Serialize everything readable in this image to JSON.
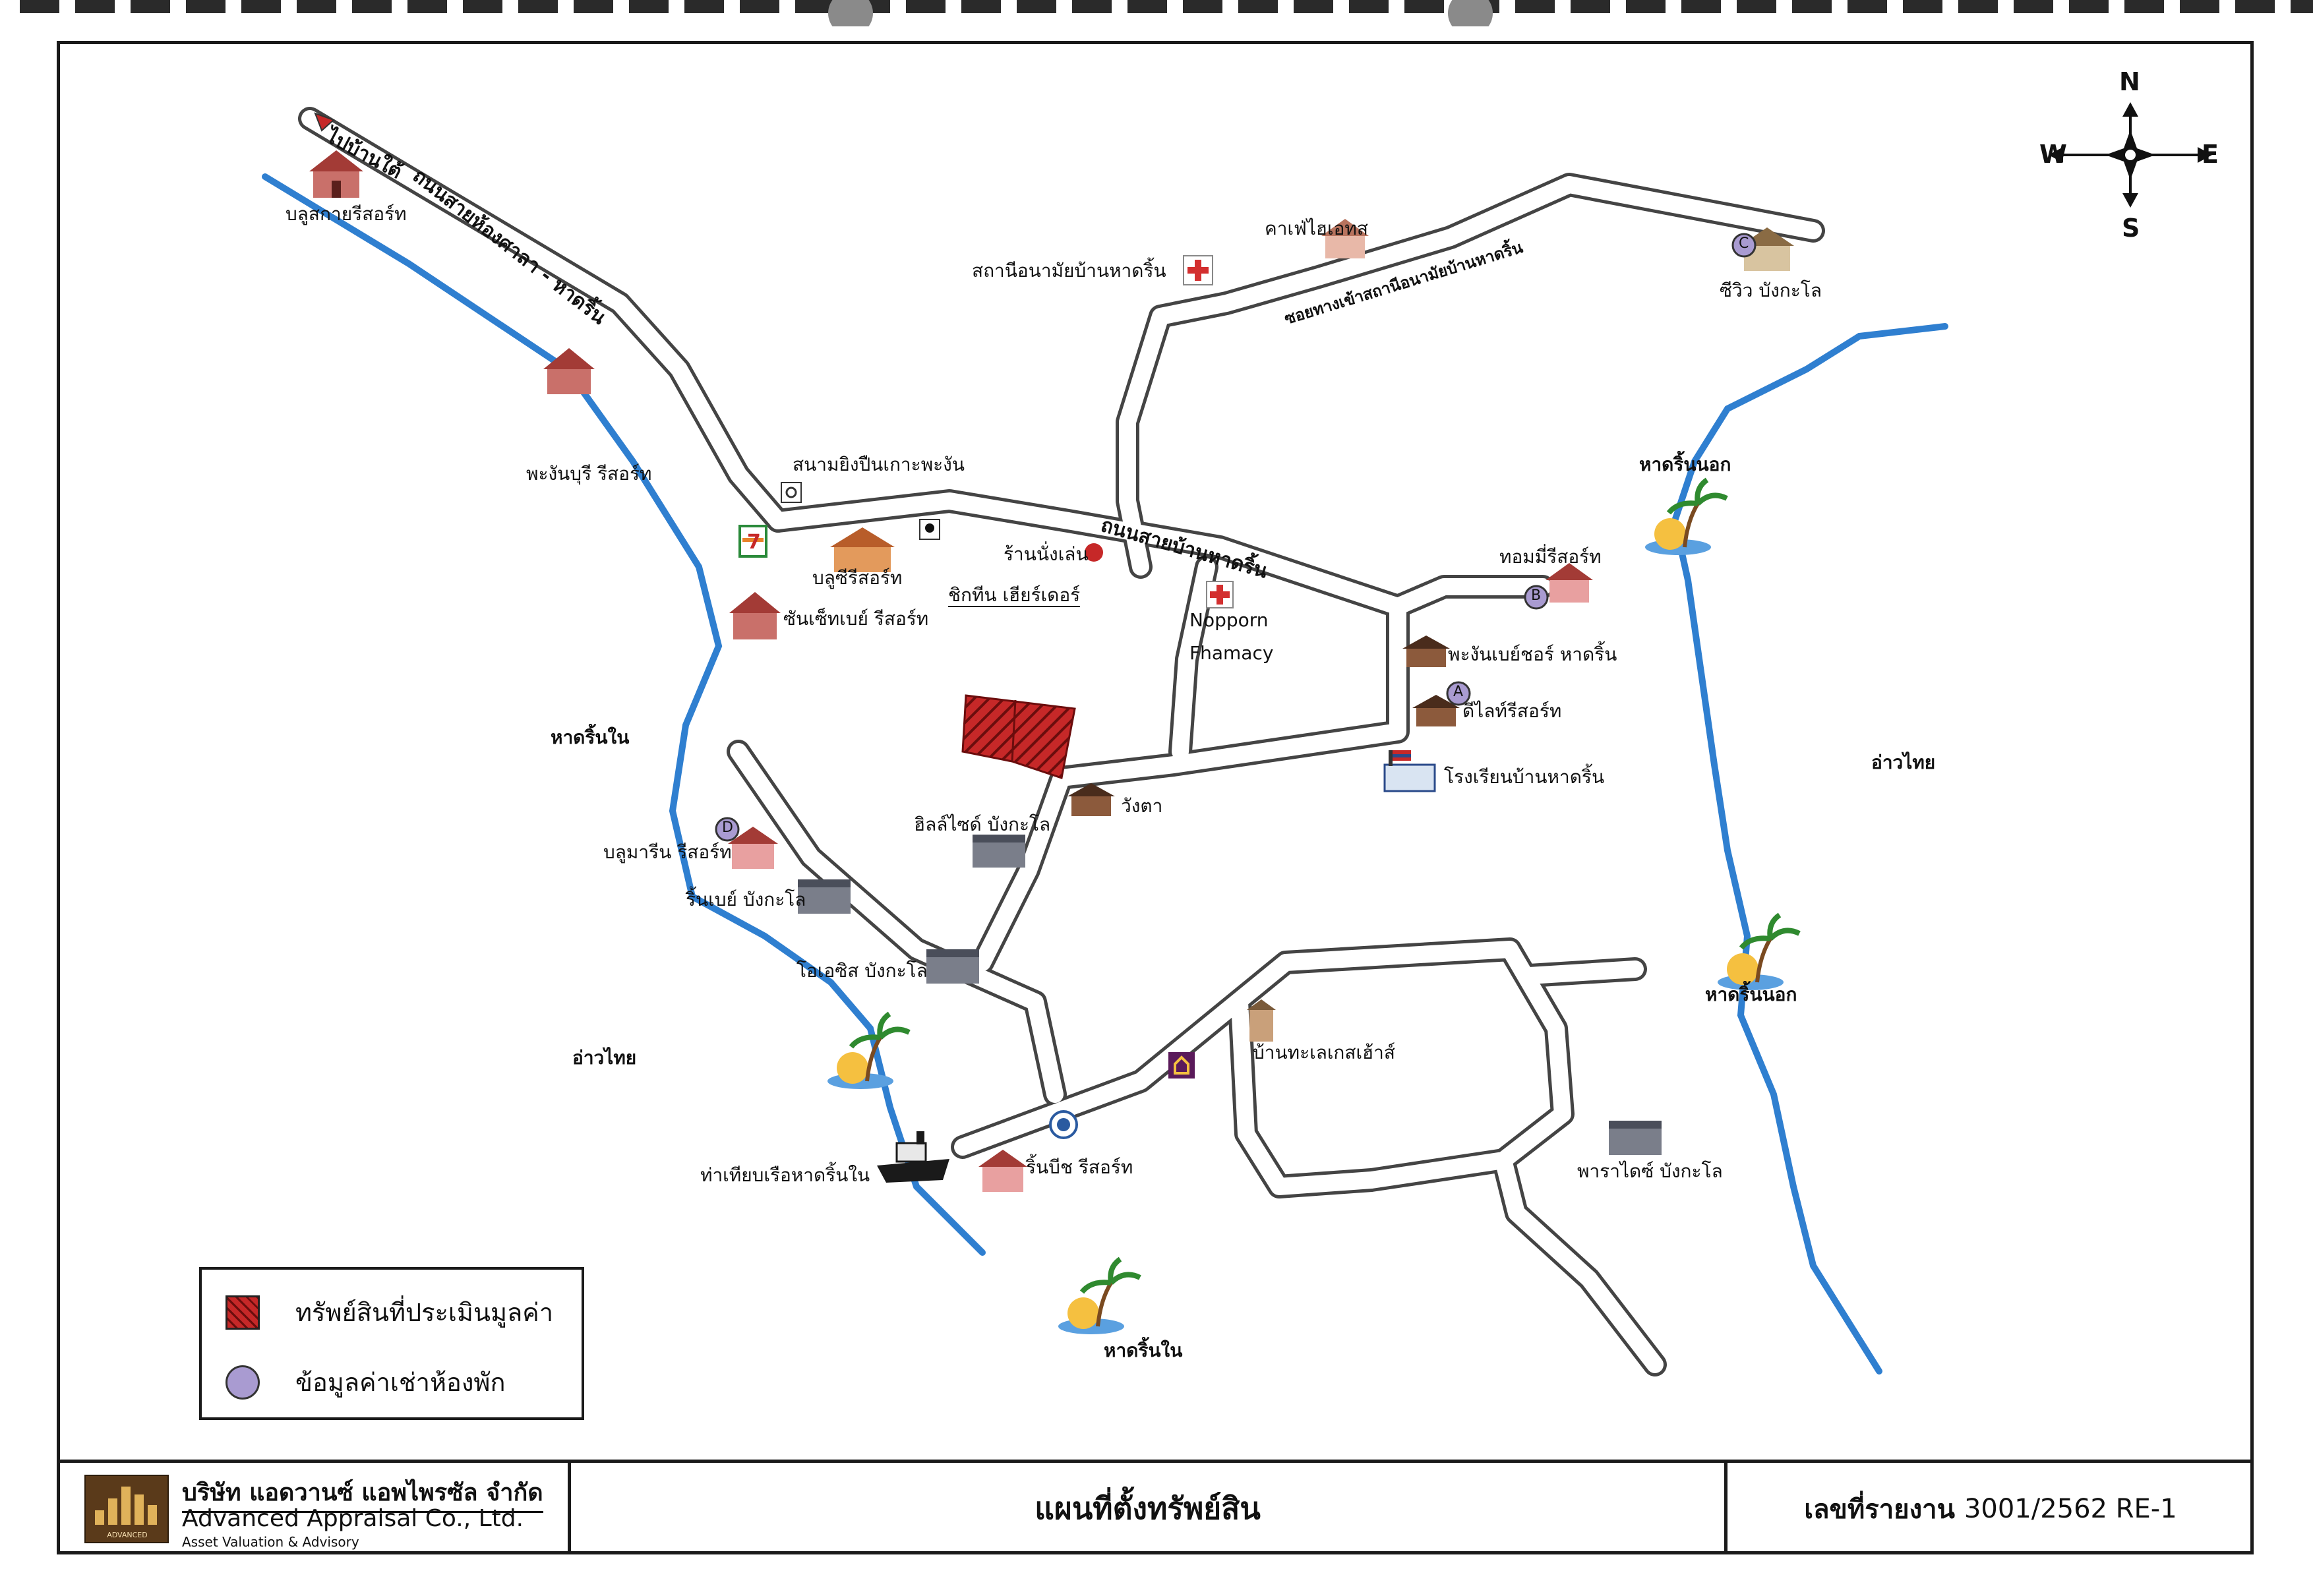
{
  "colors": {
    "shore": "#2f7fd0",
    "road": "#444444",
    "subject": "#c62828",
    "rental": "#a99bd1"
  },
  "compass": {
    "n": "N",
    "s": "S",
    "e": "E",
    "w": "W"
  },
  "places": {
    "to_ban_tai": "ไปบ้านใต้",
    "road_hongsala": "ถนนสายห้องศาลา - หาดริ้น",
    "bluesky_resort": "บลูสกายรีสอร์ท",
    "phangan_buri": "พะงันบุรี รีสอร์ท",
    "health_station": "สถานีอนามัยบ้านหาดริ้น",
    "cafe_high": "คาเฟ่ไฮเอทส",
    "soi_health": "ซอยทางเข้าสถานีอนามัยบ้านหาดริ้น",
    "seaview_bungalow": "ซีวิว บังกะโล",
    "paintball": "สนามยิงปืนเกาะพะงัน",
    "haad_rin_nok_1": "หาดริ้นนอก",
    "bluesky_resort2": "บลูซีรีสอร์ท",
    "chicken_cheer": "ชิกทีน เฮียร์เดอร์",
    "ran_nang_len": "ร้านนั่งเล่น",
    "road_ban_haad_rin": "ถนนสายบ้านหาดริ้น",
    "tommy_resort": "ทอมมี่รีสอร์ท",
    "sunset_bay": "ซันเซ็ทเบย์ รีสอร์ท",
    "pharmacy_1": "Nopporn",
    "pharmacy_2": "Fhamacy",
    "phangan_bayshore": "พะงันเบย์ชอร์ หาดริ้น",
    "delight_resort": "ดีไลท์รีสอร์ท",
    "haad_rin_nai_1": "หาดริ้นใน",
    "school": "โรงเรียนบ้านหาดริ้น",
    "ao_thai_1": "อ่าวไทย",
    "wangta": "วังตา",
    "hillside": "ฮิลล์ไซด์ บังกะโล",
    "blue_marine": "บลูมารีน รีสอร์ท",
    "rin_bay": "ริ้นเบย์ บังกะโล",
    "oasis": "โอเอซิส บังกะโล",
    "haad_rin_nok_2": "หาดริ้นนอก",
    "ban_talay": "บ้านทะเลเกสเฮ้าส์",
    "ao_thai_2": "อ่าวไทย",
    "pier": "ท่าเทียบเรือหาดริ้นใน",
    "rin_beach": "ริ้นบีช รีสอร์ท",
    "paradise": "พาราไดซ์ บังกะโล",
    "haad_rin_nai_2": "หาดริ้นใน"
  },
  "markers": {
    "rental_a": "A",
    "rental_b": "B",
    "rental_c": "C",
    "rental_d": "D",
    "seven": "7"
  },
  "legend": {
    "subject": "ทรัพย์สินที่ประเมินมูลค่า",
    "rental": "ข้อมูลค่าเช่าห้องพัก"
  },
  "titlebar": {
    "company_th": "บริษัท แอดวานซ์ แอพไพรซัล จำกัด",
    "company_en": "Advanced Appraisal Co., Ltd.",
    "company_sub": "Asset Valuation & Advisory",
    "logo_text": "ADVANCED",
    "map_title": "แผนที่ตั้งทรัพย์สิน",
    "report_label": "เลขที่รายงาน",
    "report_no": "3001/2562 RE-1"
  }
}
